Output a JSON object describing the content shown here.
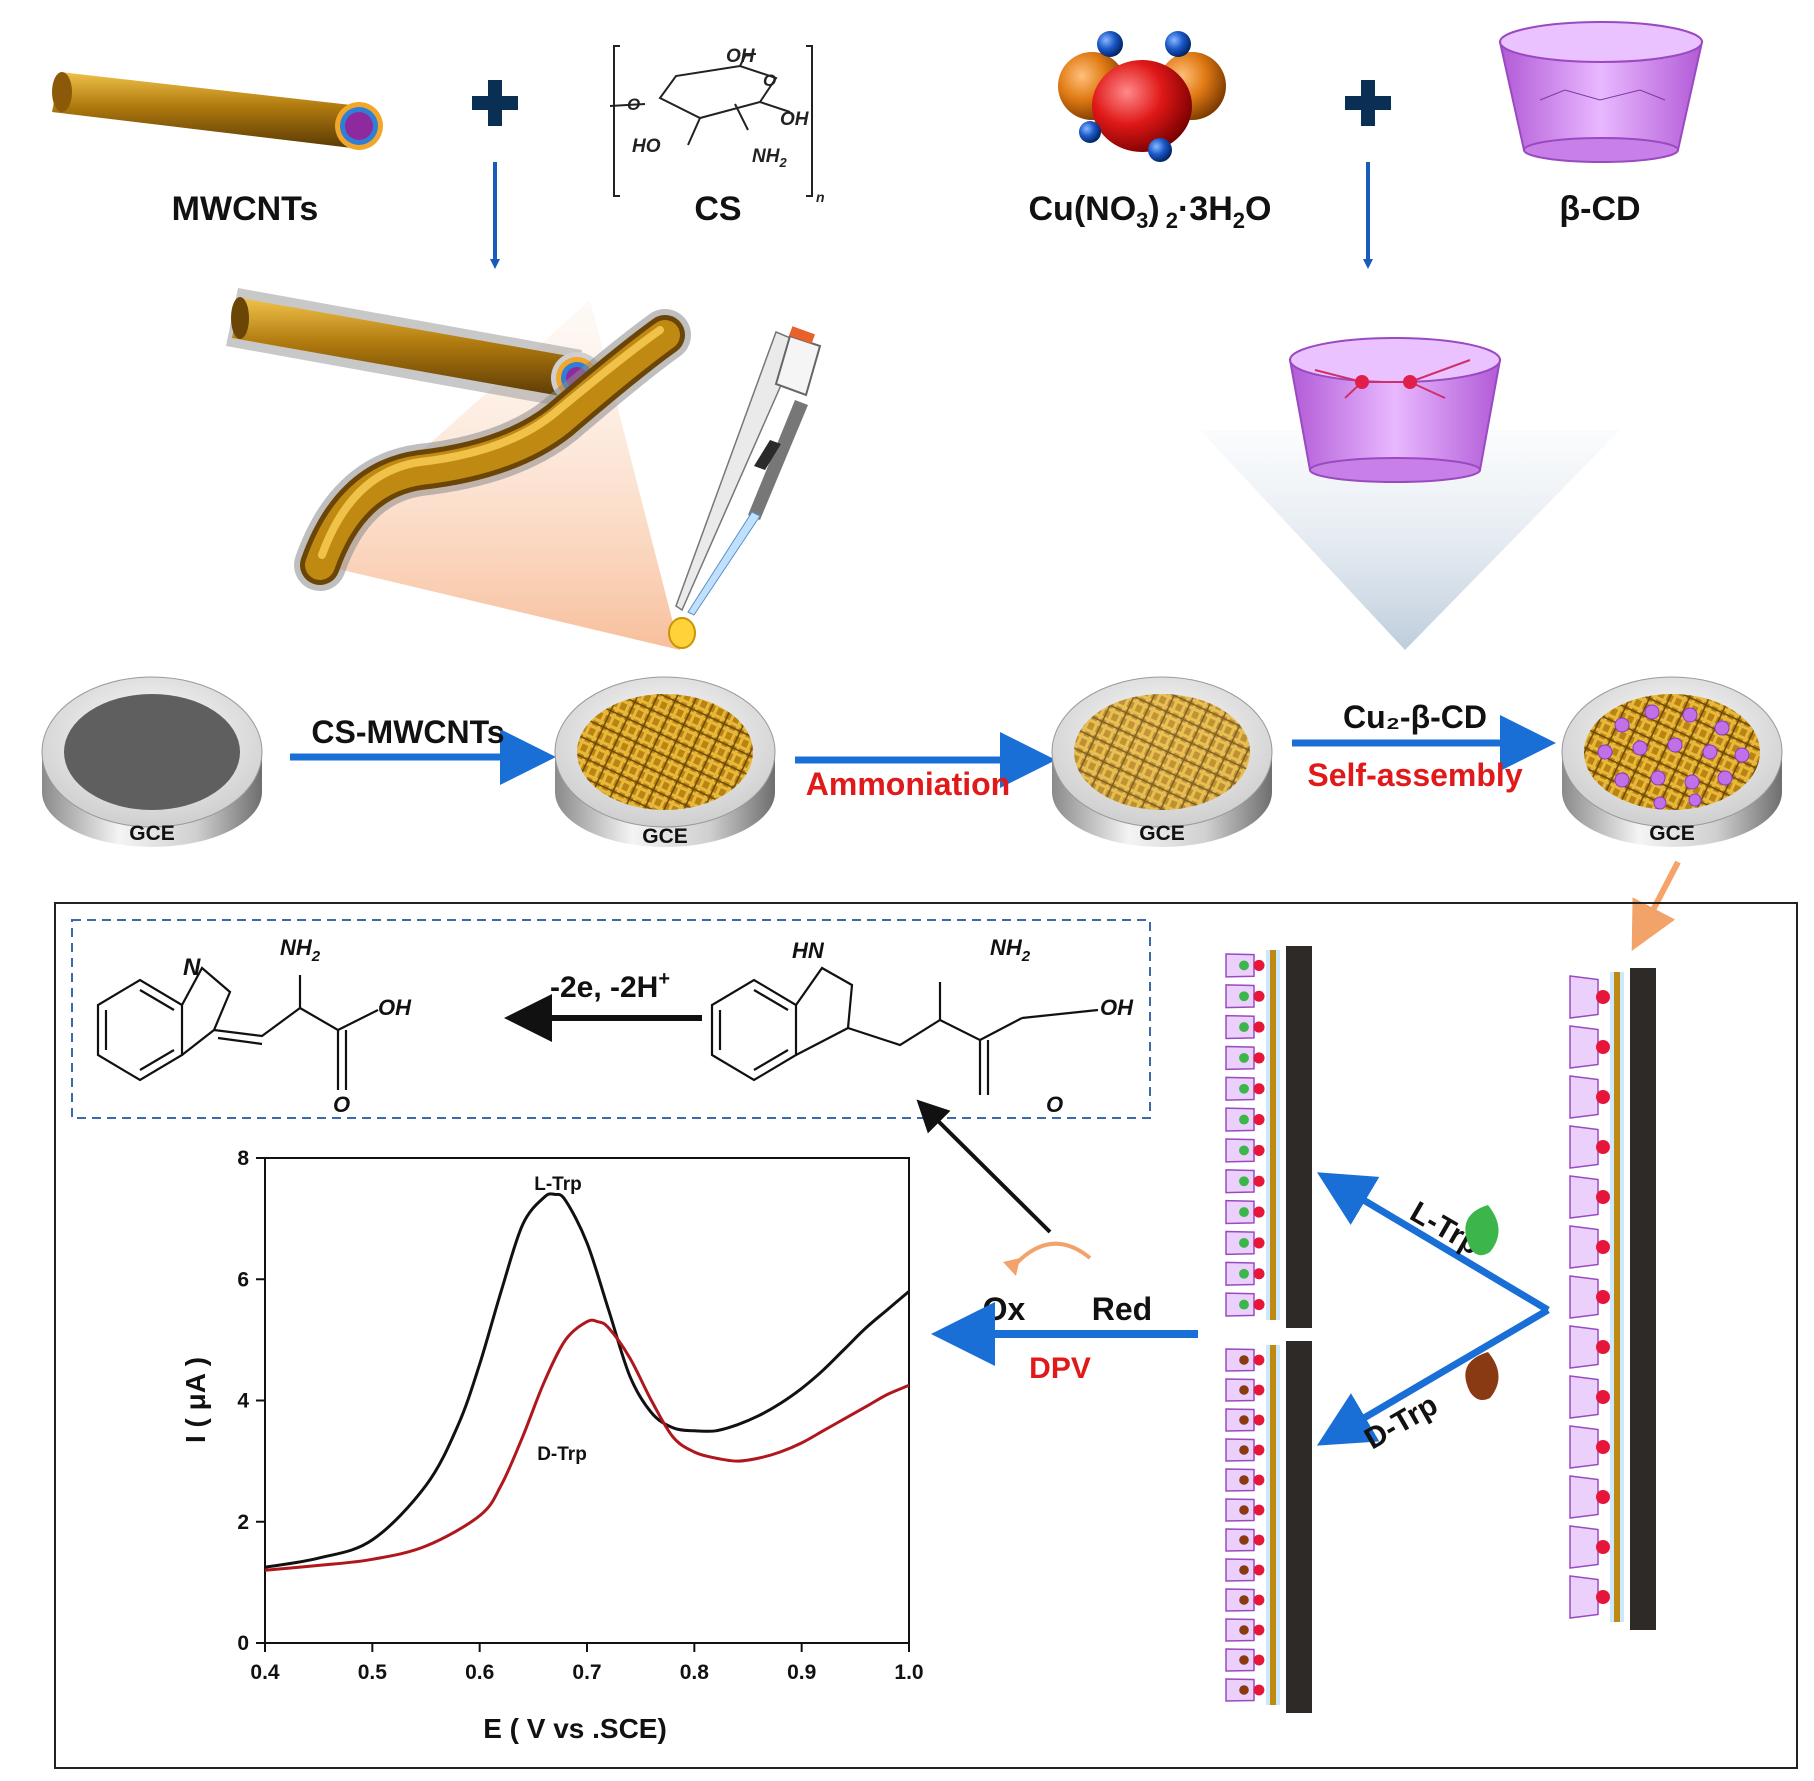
{
  "top": {
    "mwcnts_label": "MWCNTs",
    "cs_label": "CS",
    "cs_oh_top": "OH",
    "cs_oh_right": "OH",
    "cs_ho": "HO",
    "cs_nh2": "NH",
    "cs_nh2_sub": "2",
    "cs_n": "n",
    "cs_o_ring": "O",
    "cs_o_link": "O",
    "copper_label_a": "Cu(NO",
    "copper_label_sub3": "3",
    "copper_label_b": ")",
    "copper_label_sub2": "2",
    "copper_label_c": "·3H",
    "copper_label_subh": "2",
    "copper_label_d": "O",
    "bcd_label": "β-CD"
  },
  "steps": {
    "electrode_label": "GCE",
    "step1_label": "CS-MWCNTs",
    "step2_label": "Ammoniation",
    "step3_label_top": "Cu₂-β-CD",
    "step3_label_bottom": "Self-assembly"
  },
  "reaction": {
    "reagent_label": "-2e, -2H",
    "reagent_sup": "+",
    "nh2_left": "NH",
    "nh2_left_sub": "2",
    "nh2_right": "NH",
    "nh2_right_sub": "2",
    "oh_left": "OH",
    "oh_right": "OH",
    "o_left": "O",
    "o_right": "O",
    "n_left": "N",
    "hn_right": "HN"
  },
  "detection": {
    "ox_label": "Ox",
    "red_label": "Red",
    "dpv_label": "DPV",
    "ltrp_label": "L-Trp",
    "dtrp_label": "D-Trp"
  },
  "colors": {
    "blue_arrow": "#1a6fd6",
    "red_text": "#e0191a",
    "tube": "#c08a12",
    "purple": "#d9a6f0",
    "l_curve": "#111111",
    "d_curve": "#b0171d"
  },
  "chart_data": {
    "type": "line",
    "xlabel": "E ( V vs .SCE)",
    "ylabel": "I ( μA )",
    "xlim": [
      0.4,
      1.0
    ],
    "ylim": [
      0,
      8
    ],
    "xticks": [
      "0.4",
      "0.5",
      "0.6",
      "0.7",
      "0.8",
      "0.9",
      "1.0"
    ],
    "yticks": [
      "0",
      "2",
      "4",
      "6",
      "8"
    ],
    "grid": false,
    "series": [
      {
        "name": "L-Trp",
        "x": [
          0.4,
          0.45,
          0.5,
          0.55,
          0.58,
          0.6,
          0.62,
          0.64,
          0.66,
          0.67,
          0.68,
          0.7,
          0.72,
          0.74,
          0.76,
          0.78,
          0.8,
          0.82,
          0.84,
          0.86,
          0.88,
          0.9,
          0.92,
          0.94,
          0.96,
          0.98,
          1.0
        ],
        "y": [
          1.25,
          1.4,
          1.7,
          2.6,
          3.6,
          4.6,
          5.8,
          6.9,
          7.35,
          7.4,
          7.3,
          6.6,
          5.5,
          4.4,
          3.8,
          3.55,
          3.5,
          3.5,
          3.6,
          3.75,
          3.95,
          4.2,
          4.5,
          4.85,
          5.2,
          5.5,
          5.8
        ]
      },
      {
        "name": "D-Trp",
        "x": [
          0.4,
          0.45,
          0.5,
          0.55,
          0.6,
          0.62,
          0.64,
          0.66,
          0.68,
          0.7,
          0.71,
          0.72,
          0.74,
          0.76,
          0.78,
          0.8,
          0.82,
          0.84,
          0.86,
          0.88,
          0.9,
          0.92,
          0.94,
          0.96,
          0.98,
          1.0
        ],
        "y": [
          1.2,
          1.28,
          1.38,
          1.6,
          2.1,
          2.6,
          3.4,
          4.3,
          5.0,
          5.3,
          5.3,
          5.2,
          4.7,
          4.0,
          3.4,
          3.15,
          3.05,
          3.0,
          3.05,
          3.15,
          3.3,
          3.5,
          3.7,
          3.9,
          4.1,
          4.25
        ]
      }
    ]
  }
}
